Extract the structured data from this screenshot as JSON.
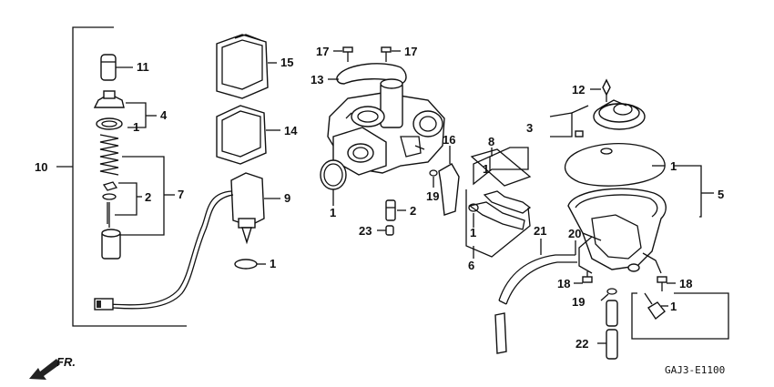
{
  "diagram": {
    "code": "GAJ3-E1100",
    "front_marker": "FR.",
    "callouts": [
      {
        "id": "c10",
        "text": "10"
      },
      {
        "id": "c11",
        "text": "11"
      },
      {
        "id": "c4",
        "text": "4"
      },
      {
        "id": "c1a",
        "text": "1"
      },
      {
        "id": "c7",
        "text": "7"
      },
      {
        "id": "c2a",
        "text": "2"
      },
      {
        "id": "c15",
        "text": "15"
      },
      {
        "id": "c14",
        "text": "14"
      },
      {
        "id": "c9",
        "text": "9"
      },
      {
        "id": "c1b",
        "text": "1"
      },
      {
        "id": "c17a",
        "text": "17"
      },
      {
        "id": "c17b",
        "text": "17"
      },
      {
        "id": "c13",
        "text": "13"
      },
      {
        "id": "c1c",
        "text": "1"
      },
      {
        "id": "c2b",
        "text": "2"
      },
      {
        "id": "c23",
        "text": "23"
      },
      {
        "id": "c16",
        "text": "16"
      },
      {
        "id": "c19a",
        "text": "19"
      },
      {
        "id": "c8",
        "text": "8"
      },
      {
        "id": "c1d",
        "text": "1"
      },
      {
        "id": "c1e",
        "text": "1"
      },
      {
        "id": "c6",
        "text": "6"
      },
      {
        "id": "c21",
        "text": "21"
      },
      {
        "id": "c12",
        "text": "12"
      },
      {
        "id": "c3",
        "text": "3"
      },
      {
        "id": "c1f",
        "text": "1"
      },
      {
        "id": "c5",
        "text": "5"
      },
      {
        "id": "c20",
        "text": "20"
      },
      {
        "id": "c18a",
        "text": "18"
      },
      {
        "id": "c18b",
        "text": "18"
      },
      {
        "id": "c19b",
        "text": "19"
      },
      {
        "id": "c1g",
        "text": "1"
      },
      {
        "id": "c22",
        "text": "22"
      }
    ]
  }
}
